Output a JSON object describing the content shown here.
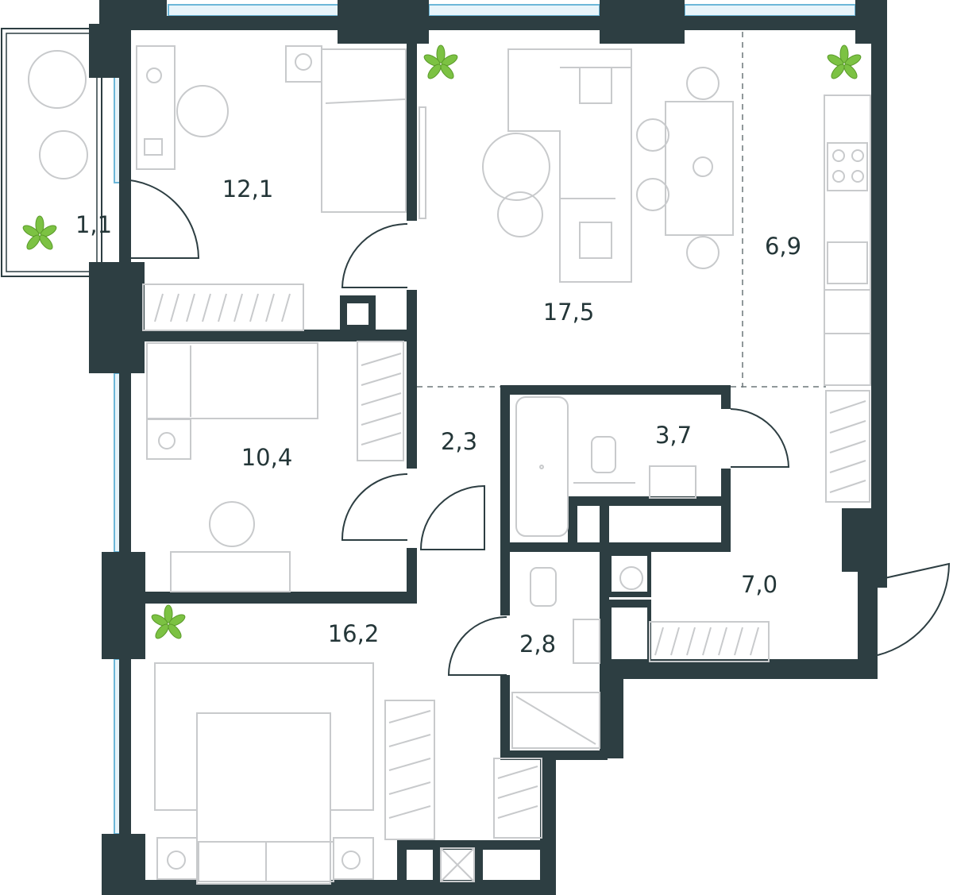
{
  "plan": {
    "rooms": [
      {
        "id": "balcony",
        "area": "1,1"
      },
      {
        "id": "bedroom-north",
        "area": "12,1"
      },
      {
        "id": "living-room",
        "area": "17,5"
      },
      {
        "id": "kitchen",
        "area": "6,9"
      },
      {
        "id": "bedroom-middle",
        "area": "10,4"
      },
      {
        "id": "hallway",
        "area": "2,3"
      },
      {
        "id": "bathroom",
        "area": "3,7"
      },
      {
        "id": "entrance-hall",
        "area": "7,0"
      },
      {
        "id": "bedroom-master",
        "area": "16,2"
      },
      {
        "id": "toilet",
        "area": "2,8"
      }
    ],
    "colors": {
      "wall": "#2d3e42",
      "furniture": "#c8cacc",
      "window": "#6cb7d8",
      "plant": "#7cc243"
    },
    "icons": [
      "plant-icon",
      "bed-icon",
      "sofa-icon",
      "table-icon",
      "chair-icon",
      "bathtub-icon",
      "toilet-icon",
      "sink-icon",
      "stove-icon",
      "wardrobe-icon"
    ]
  }
}
